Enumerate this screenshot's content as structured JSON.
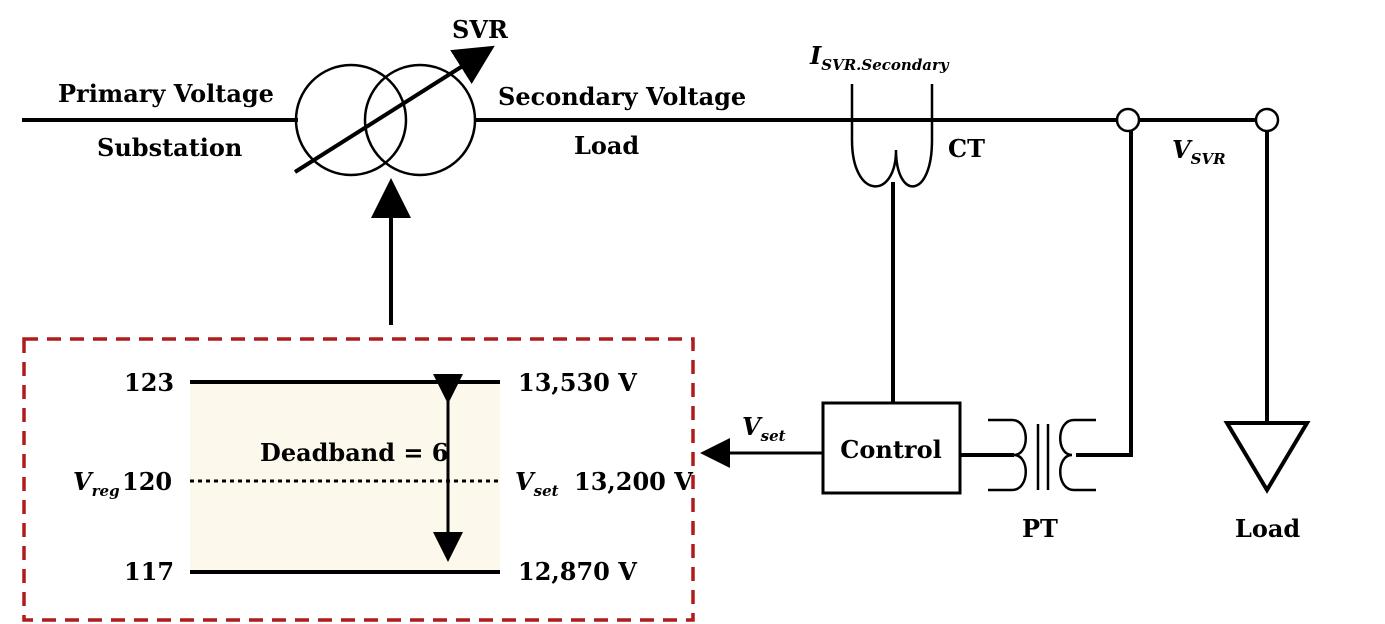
{
  "labels": {
    "svr": "SVR",
    "primary_voltage": "Primary Voltage",
    "substation": "Substation",
    "secondary_voltage": "Secondary Voltage",
    "load_top": "Load",
    "current_symbol": "I",
    "current_subscript": "SVR.Secondary",
    "ct": "CT",
    "v_symbol": "V",
    "v_svr_subscript": "SVR",
    "control": "Control",
    "v_set_subscript": "set",
    "pt": "PT",
    "load_bottom": "Load"
  },
  "deadband_box": {
    "upper_value": "123",
    "mid_symbol": "V",
    "mid_subscript": "reg",
    "mid_value": "120",
    "lower_value": "117",
    "deadband_label": "Deadband = 6",
    "upper_voltage": "13,530 V",
    "set_symbol": "V",
    "set_subscript": "set",
    "set_voltage": "13,200 V",
    "lower_voltage": "12,870 V"
  },
  "colors": {
    "line": "#000000",
    "box_border": "#b01c1c",
    "deadband_fill": "#fdf8ec"
  }
}
